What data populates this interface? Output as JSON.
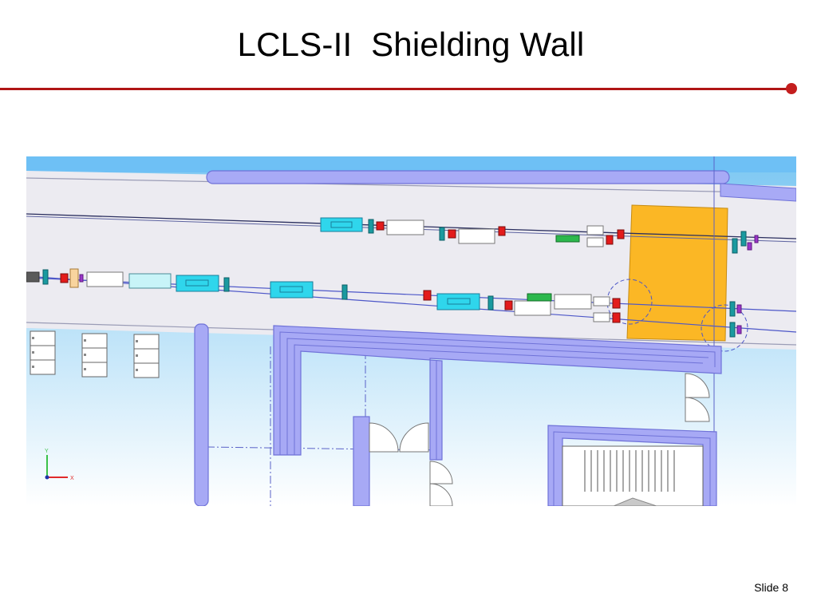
{
  "slide": {
    "title": "LCLS-II  Shielding Wall",
    "number_label": "Slide 8"
  },
  "axis_triad": {
    "y_label": "Y",
    "x_label": "X"
  },
  "colors": {
    "accent_rule": "#b01515",
    "shielding_wall": "#fbb725",
    "tunnel_floor": "#ecebf1",
    "wall_blue": "#a7a9f5",
    "background_sky": "#9cd3ee"
  }
}
